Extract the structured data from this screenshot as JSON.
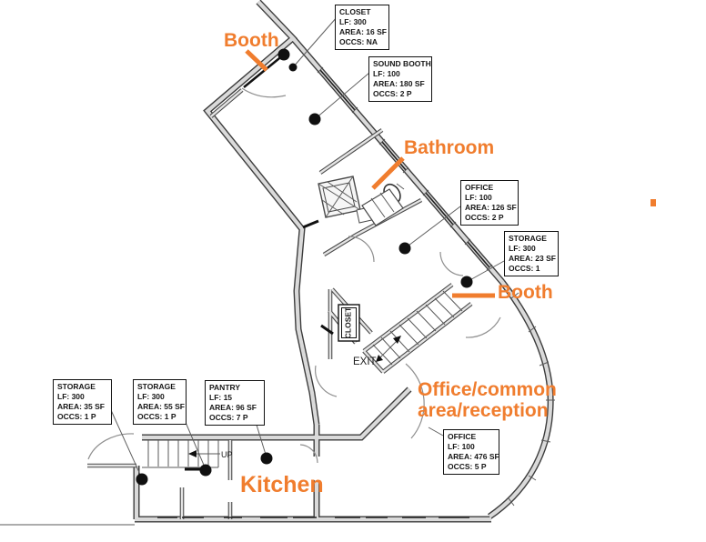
{
  "colors": {
    "accent_orange": "#F07D2E",
    "wall_gray": "#dadada",
    "line_dark": "#3d3d3d"
  },
  "room_labels": {
    "booth_top": "Booth",
    "bathroom": "Bathroom",
    "booth_right": "Booth",
    "office_common_line1": "Office/common",
    "office_common_line2": "area/reception",
    "kitchen": "Kitchen"
  },
  "plan_labels": {
    "exit": "EXIT",
    "up": "UP",
    "closet": "CLOSET"
  },
  "annotations": [
    {
      "title": "CLOSET",
      "lf": "LF: 300",
      "area": "AREA: 16 SF",
      "occs": "OCCS: NA"
    },
    {
      "title": "SOUND BOOTH",
      "lf": "LF: 100",
      "area": "AREA: 180 SF",
      "occs": "OCCS: 2 P"
    },
    {
      "title": "OFFICE",
      "lf": "LF: 100",
      "area": "AREA: 126 SF",
      "occs": "OCCS: 2 P"
    },
    {
      "title": "STORAGE",
      "lf": "LF: 300",
      "area": "AREA: 23 SF",
      "occs": "OCCS: 1"
    },
    {
      "title": "STORAGE",
      "lf": "LF: 300",
      "area": "AREA: 35 SF",
      "occs": "OCCS: 1 P"
    },
    {
      "title": "STORAGE",
      "lf": "LF: 300",
      "area": "AREA: 55 SF",
      "occs": "OCCS: 1 P"
    },
    {
      "title": "PANTRY",
      "lf": "LF: 15",
      "area": "AREA: 96 SF",
      "occs": "OCCS: 7 P"
    },
    {
      "title": "OFFICE",
      "lf": "LF: 100",
      "area": "AREA: 476 SF",
      "occs": "OCCS: 5 P"
    }
  ]
}
